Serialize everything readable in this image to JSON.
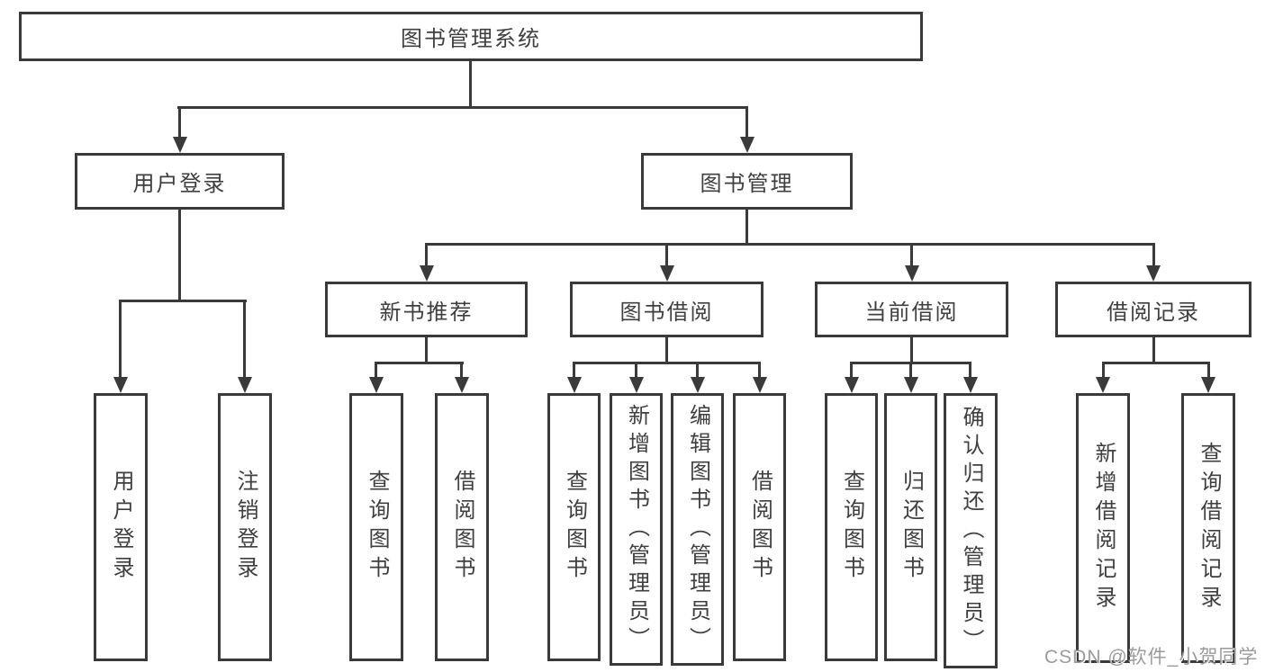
{
  "colors": {
    "line": "#3a3a3a",
    "text": "#3f3f3f",
    "background": "#ffffff",
    "watermark": "#9b9b9b"
  },
  "nodes": {
    "root": {
      "label": "图书管理系统"
    },
    "userLogin": {
      "label": "用户登录"
    },
    "bookMgmt": {
      "label": "图书管理"
    },
    "newBookRec": {
      "label": "新书推荐"
    },
    "bookBorrow": {
      "label": "图书借阅"
    },
    "currentBorrow": {
      "label": "当前借阅"
    },
    "borrowRecord": {
      "label": "借阅记录"
    },
    "ulUserLogin": {
      "label": "用户登录"
    },
    "ulLogout": {
      "label": "注销登录"
    },
    "nbQuery": {
      "label": "查询图书"
    },
    "nbBorrow": {
      "label": "借阅图书"
    },
    "bbQuery": {
      "label": "查询图书"
    },
    "bbAdd": {
      "label": "新增图书（管理员）"
    },
    "bbEdit": {
      "label": "编辑图书（管理员）"
    },
    "bbBorrow": {
      "label": "借阅图书"
    },
    "cbQuery": {
      "label": "查询图书"
    },
    "cbReturn": {
      "label": "归还图书"
    },
    "cbConfirm": {
      "label": "确认归还（管理员）"
    },
    "brAdd": {
      "label": "新增借阅记录"
    },
    "brQuery": {
      "label": "查询借阅记录"
    }
  },
  "watermark": {
    "text": "CSDN @软件_小贺同学"
  }
}
